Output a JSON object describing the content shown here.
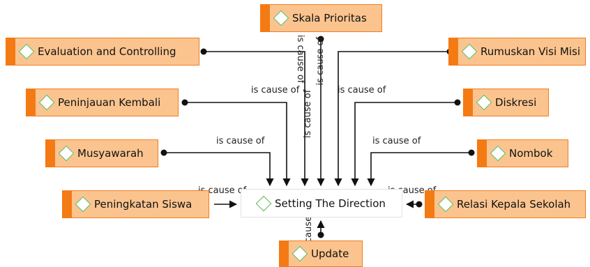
{
  "nodes": {
    "skala_prioritas": "Skala Prioritas",
    "evaluation_controlling": "Evaluation and Controlling",
    "rumuskan_visi_misi": "Rumuskan Visi Misi",
    "peninjauan_kembali": "Peninjauan Kembali",
    "diskresi": "Diskresi",
    "musyawarah": "Musyawarah",
    "nombok": "Nombok",
    "peningkatan_siswa": "Peningkatan Siswa",
    "relasi_kepala_sekolah": "Relasi Kepala Sekolah",
    "update": "Update",
    "center": "Setting The Direction"
  },
  "relations": {
    "is_cause_of": "is cause of",
    "cause": "cause"
  },
  "colors": {
    "node_fill": "#fbc48f",
    "node_accent": "#f47a14",
    "diamond": "#5cb85c",
    "connector": "#111111"
  },
  "icons": {
    "node_marker": "diamond-icon"
  }
}
